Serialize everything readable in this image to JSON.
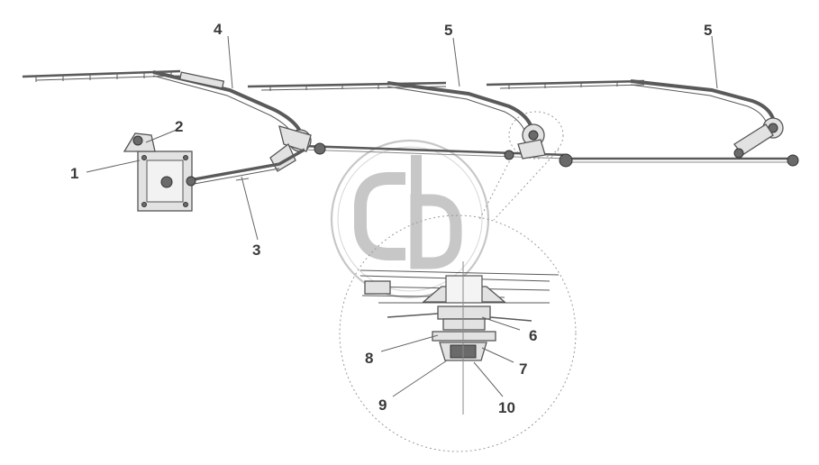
{
  "labels": {
    "l1": "1",
    "l2": "2",
    "l3": "3",
    "l4": "4",
    "l5a": "5",
    "l5b": "5",
    "l6": "6",
    "l7": "7",
    "l8": "8",
    "l9": "9",
    "l10": "10"
  }
}
